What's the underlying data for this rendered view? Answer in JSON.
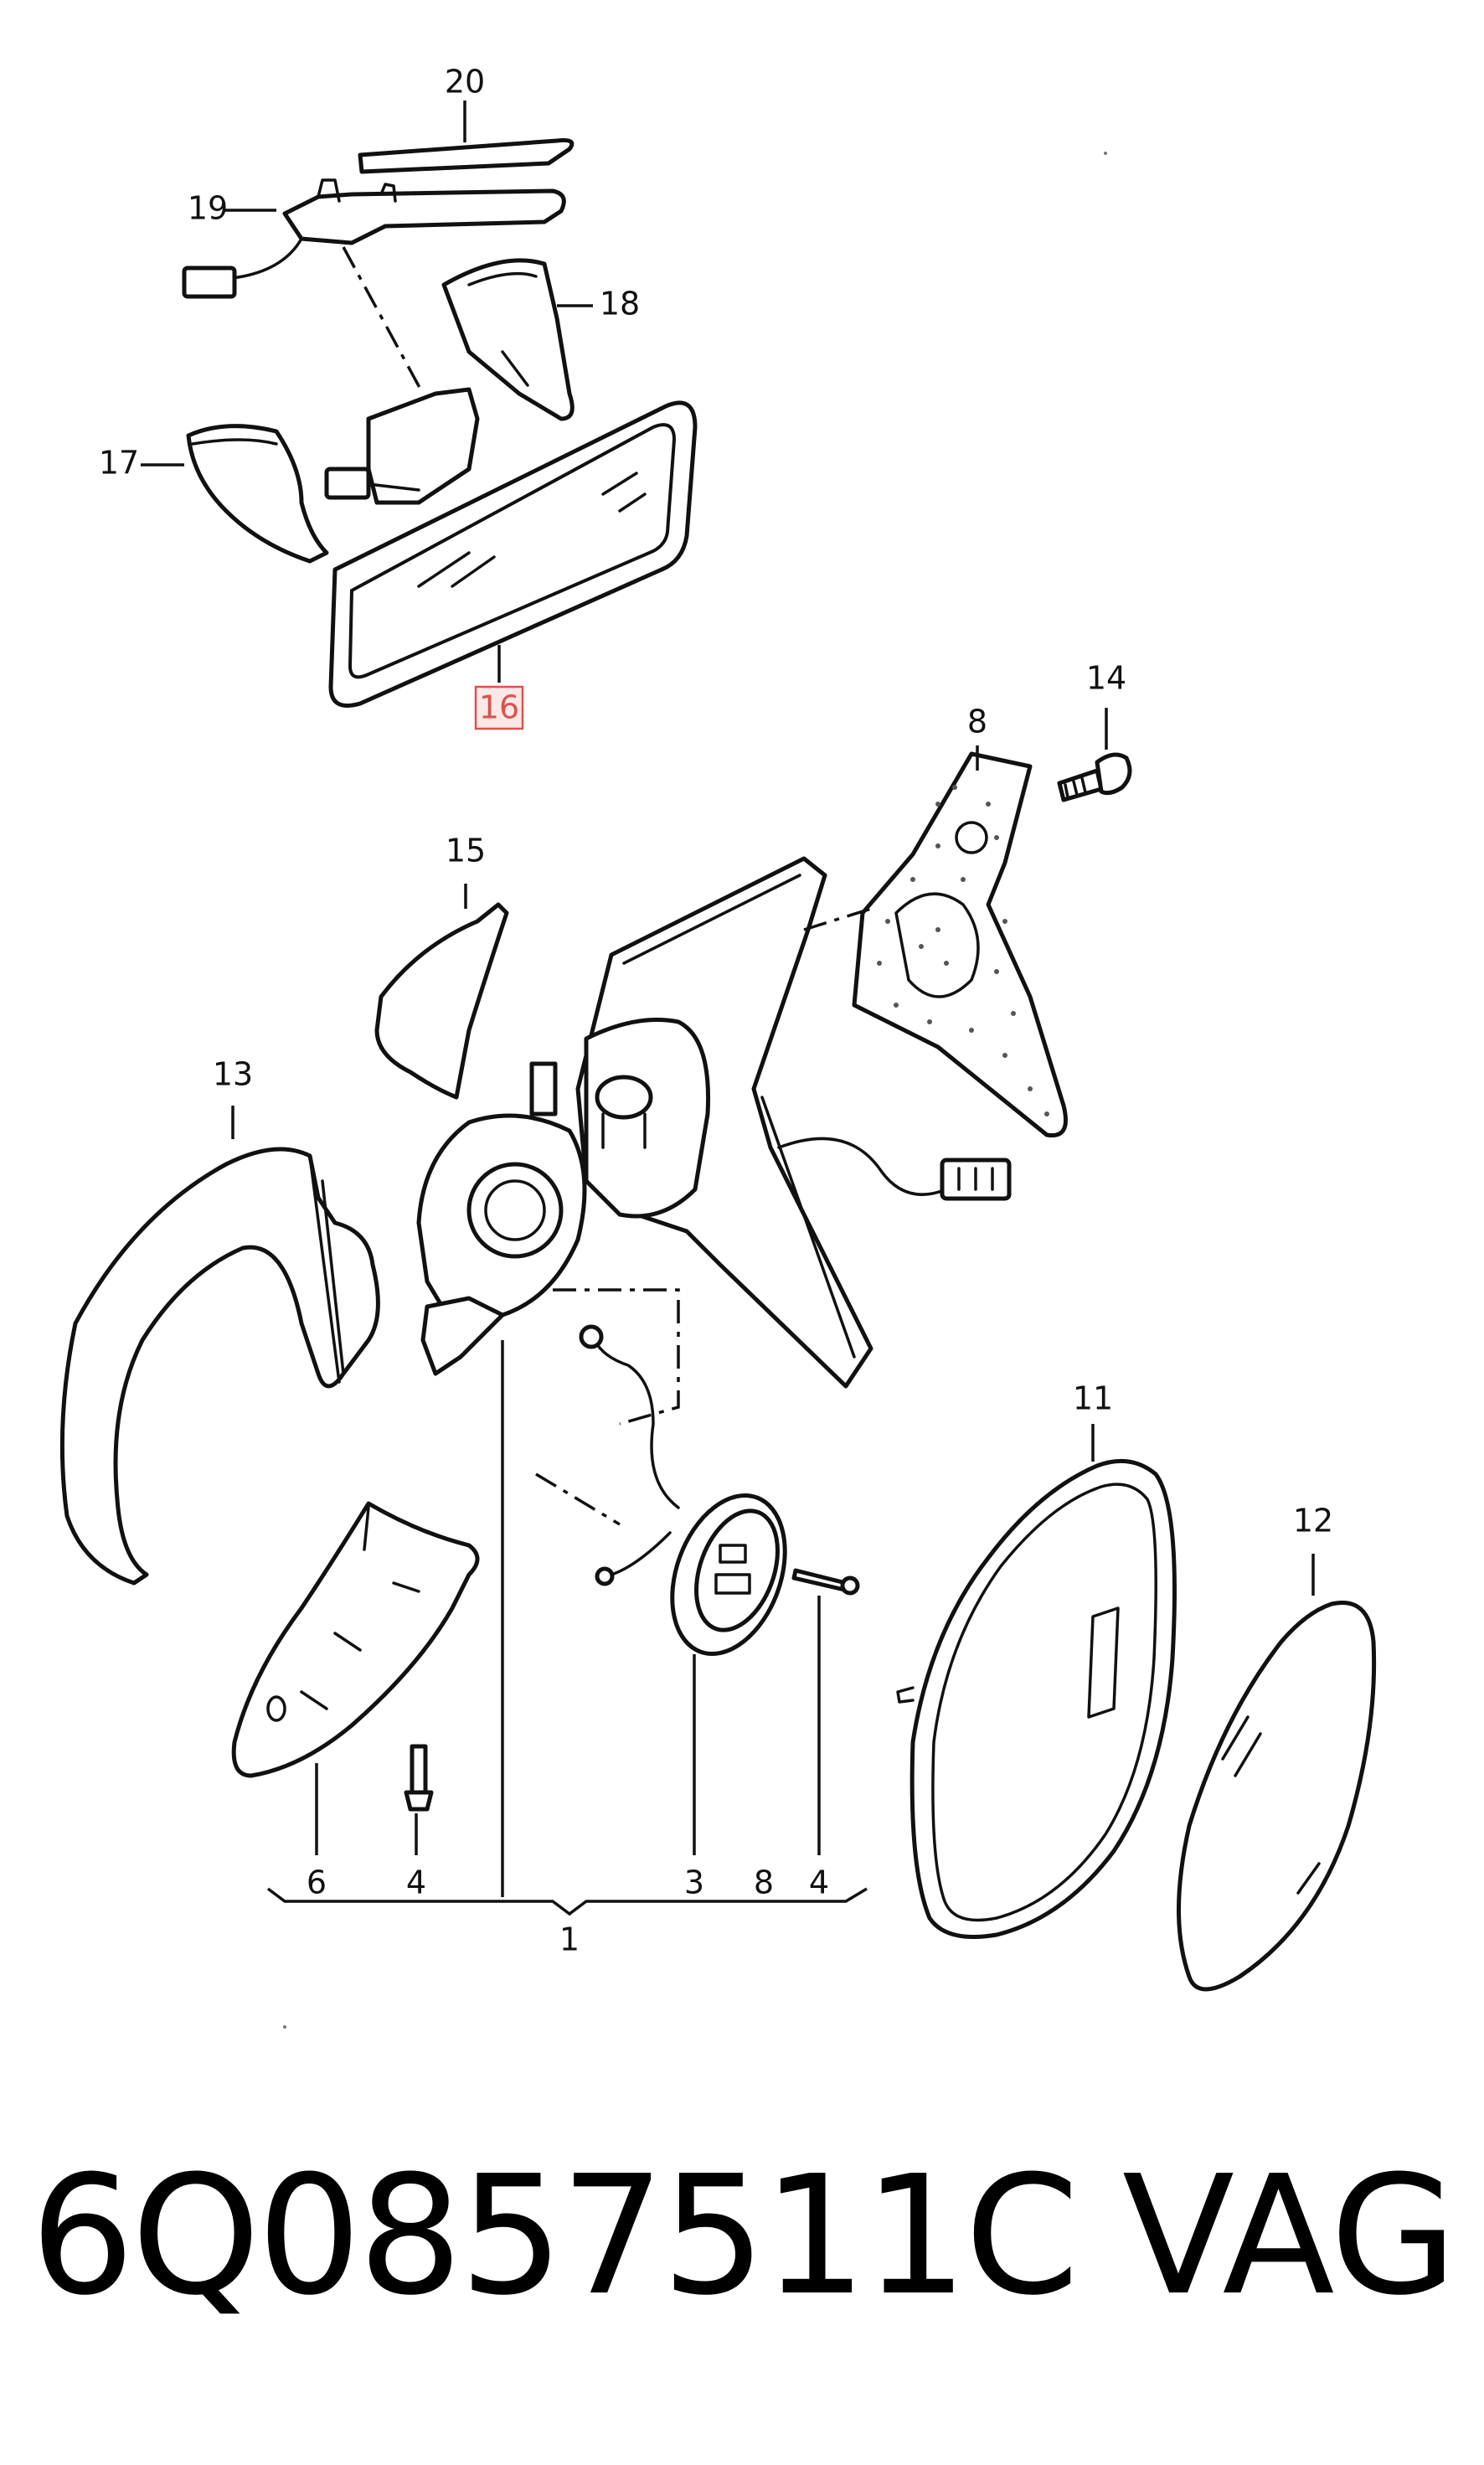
{
  "labels": {
    "l20": "20",
    "l19": "19",
    "l18": "18",
    "l17": "17",
    "l16": "16",
    "l14": "14",
    "l8": "8",
    "l15": "15",
    "l13": "13",
    "l11": "11",
    "l12": "12",
    "l6": "6",
    "l4a": "4",
    "l3": "3",
    "l8b": "8",
    "l4b": "4",
    "l1": "1"
  },
  "highlighted_label": "16",
  "highlight_color": "#d9534f",
  "footer": {
    "part_number": "6Q0857511C",
    "brand": "VAG"
  }
}
